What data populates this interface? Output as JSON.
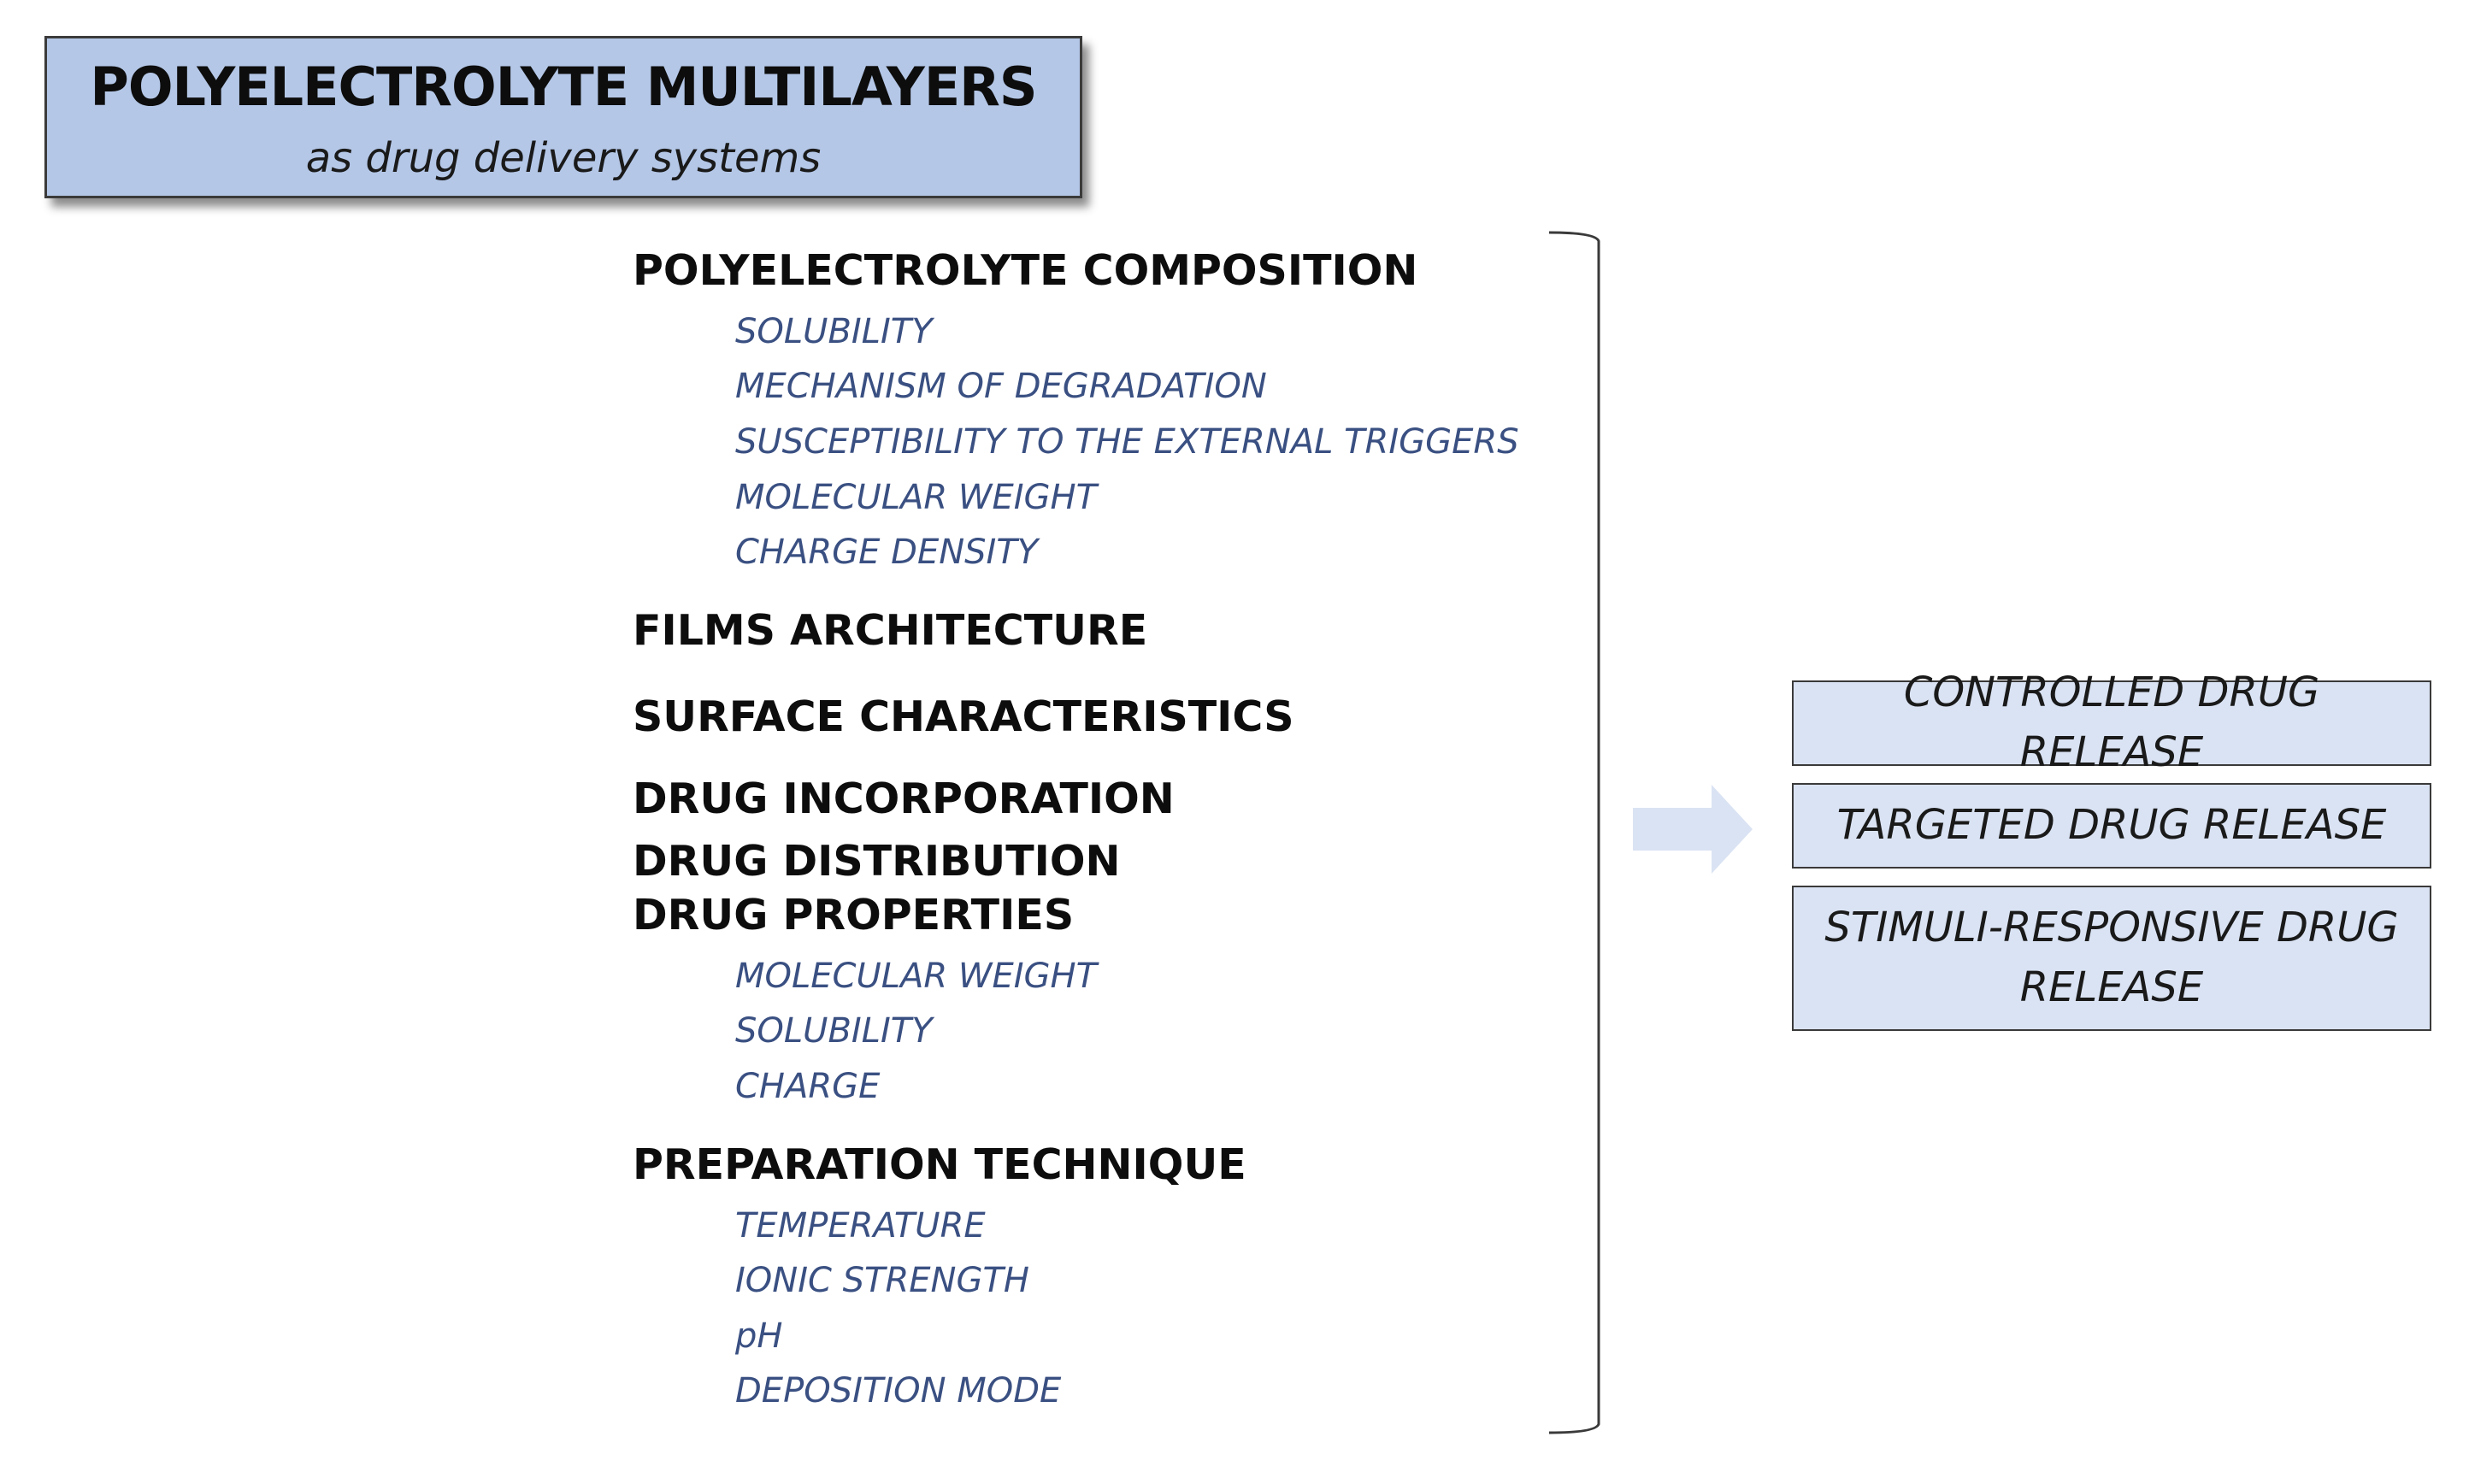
{
  "title": {
    "main": "POLYELECTROLYTE MULTILAYERS",
    "sub": "as drug delivery systems"
  },
  "factors": [
    {
      "heading": "POLYELECTROLYTE COMPOSITION",
      "items": [
        "SOLUBILITY",
        "MECHANISM  OF DEGRADATION",
        "SUSCEPTIBILITY  TO THE EXTERNAL TRIGGERS",
        "MOLECULAR WEIGHT",
        "CHARGE DENSITY"
      ]
    },
    {
      "heading": "FILMS ARCHITECTURE",
      "items": []
    },
    {
      "heading": "SURFACE CHARACTERISTICS",
      "items": []
    },
    {
      "heading": "DRUG INCORPORATION",
      "items": []
    },
    {
      "heading": "DRUG DISTRIBUTION",
      "items": []
    },
    {
      "heading": "DRUG PROPERTIES",
      "items": [
        "MOLECULAR WEIGHT",
        "SOLUBILITY",
        "CHARGE"
      ]
    },
    {
      "heading": "PREPARATION TECHNIQUE",
      "items": [
        "TEMPERATURE",
        "IONIC STRENGTH",
        "pH",
        "DEPOSITION MODE"
      ]
    }
  ],
  "outcomes": [
    "CONTROLLED DRUG RELEASE",
    "TARGETED DRUG RELEASE",
    "STIMULI-RESPONSIVE DRUG RELEASE"
  ],
  "colors": {
    "title_fill": "#b4c7e7",
    "outcome_fill": "#dae3f3",
    "subitem_text": "#3a5082",
    "arrow_fill": "#dae3f3"
  }
}
